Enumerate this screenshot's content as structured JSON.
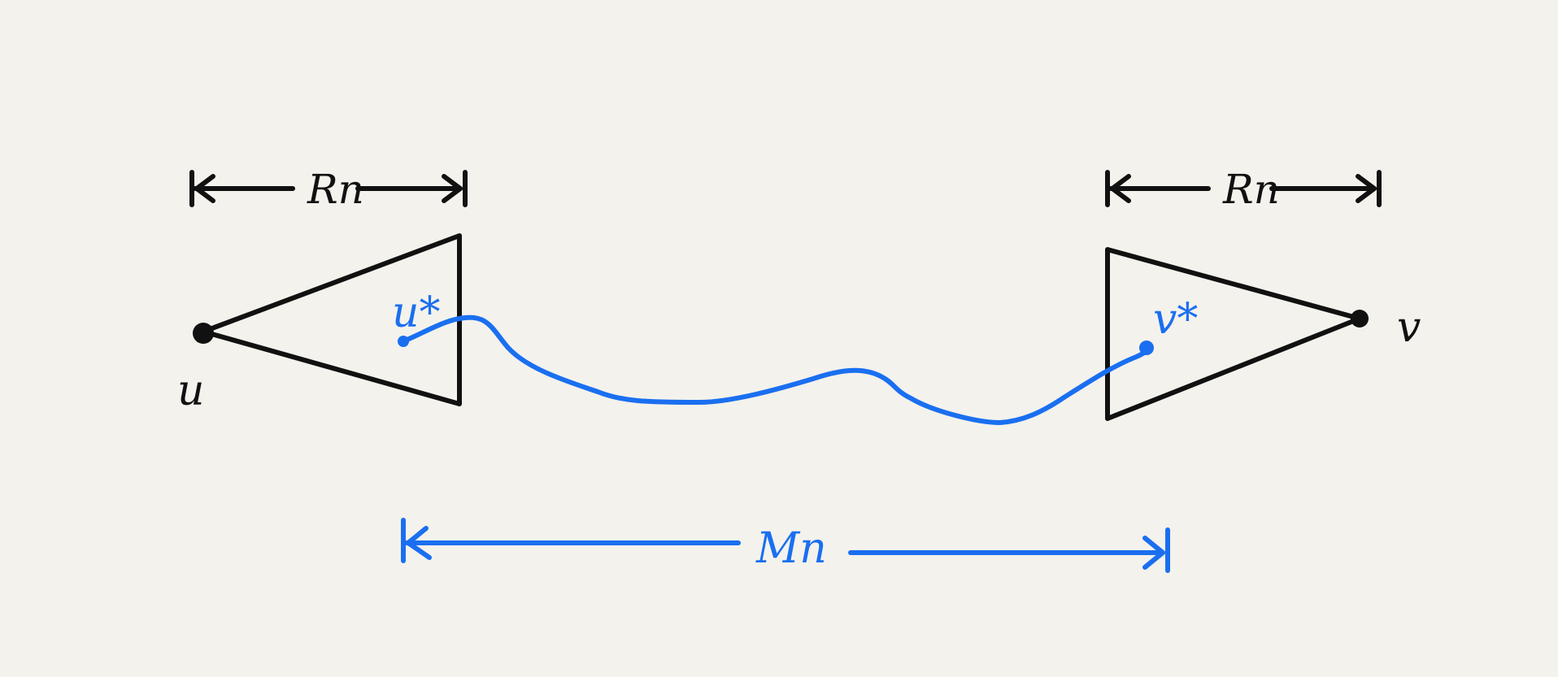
{
  "colors": {
    "background": "#f4f2ec",
    "ink": "#111111",
    "accent": "#1a6ff0"
  },
  "labels": {
    "left_span": "Rn",
    "right_span": "Rn",
    "bottom_span": "Mn",
    "u": "u",
    "v": "v",
    "u_star": "u*",
    "v_star": "v*"
  }
}
